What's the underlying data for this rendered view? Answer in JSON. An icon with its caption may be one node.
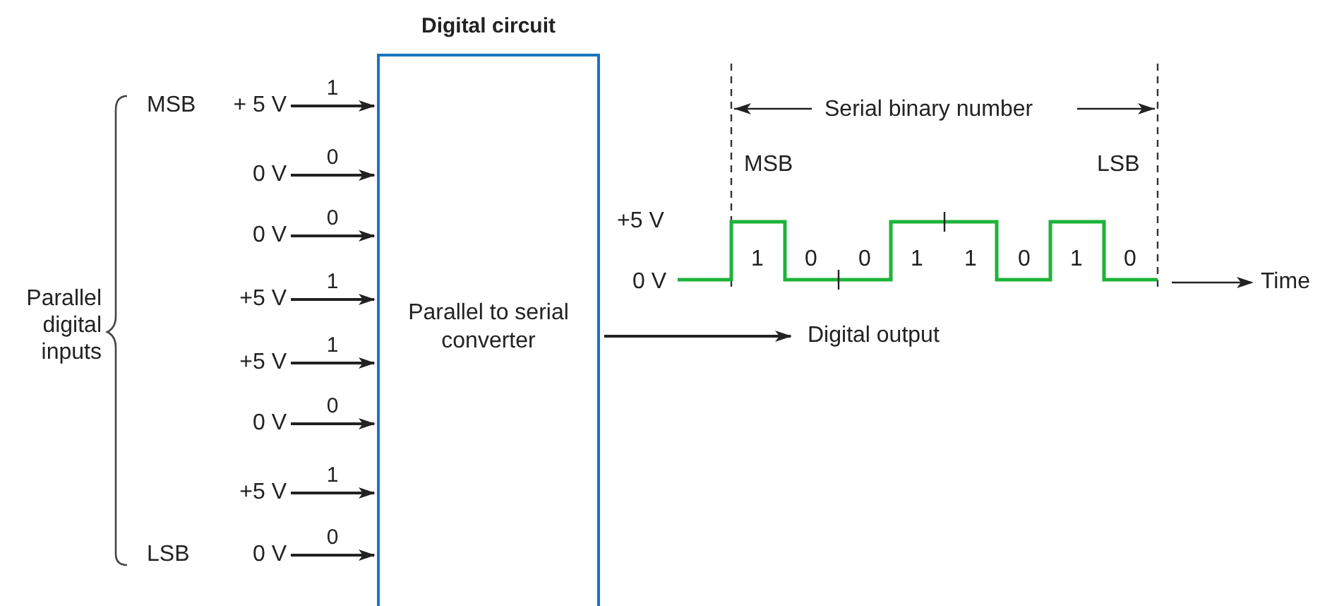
{
  "diagram": {
    "nodes": [
      {
        "text": [
          "Digital circuit",
          "Parallel to serial converter"
        ]
      },
      {
        "text": [
          "+ 5 V"
        ]
      },
      {
        "text": [
          "0 V"
        ]
      },
      {
        "text": [
          "0 V"
        ]
      },
      {
        "text": [
          "+5 V"
        ]
      },
      {
        "text": [
          "+5 V"
        ]
      },
      {
        "text": [
          "0 V"
        ]
      },
      {
        "text": [
          "+5 V"
        ]
      },
      {
        "text": [
          "0 V"
        ]
      },
      {
        "text": [
          "Digital output"
        ]
      }
    ],
    "edges": [
      {
        "from": 1,
        "to": 0,
        "arrow": "to",
        "label": "1"
      },
      {
        "from": 2,
        "to": 0,
        "arrow": "to",
        "label": "0"
      },
      {
        "from": 3,
        "to": 0,
        "arrow": "to",
        "label": "0"
      },
      {
        "from": 4,
        "to": 0,
        "arrow": "to",
        "label": "1"
      },
      {
        "from": 5,
        "to": 0,
        "arrow": "to",
        "label": "1"
      },
      {
        "from": 6,
        "to": 0,
        "arrow": "to",
        "label": "0"
      },
      {
        "from": 7,
        "to": 0,
        "arrow": "to",
        "label": "1"
      },
      {
        "from": 8,
        "to": 0,
        "arrow": "to",
        "label": "0"
      },
      {
        "from": 0,
        "to": 9,
        "arrow": "to"
      }
    ],
    "labels": [
      "MSB",
      "Parallel digital inputs",
      "LSB",
      "Serial binary number",
      "MSB",
      "LSB",
      "+5 V",
      "0 V",
      "1",
      "0",
      "0",
      "1",
      "1",
      "0",
      "1",
      "0",
      "Time"
    ]
  }
}
